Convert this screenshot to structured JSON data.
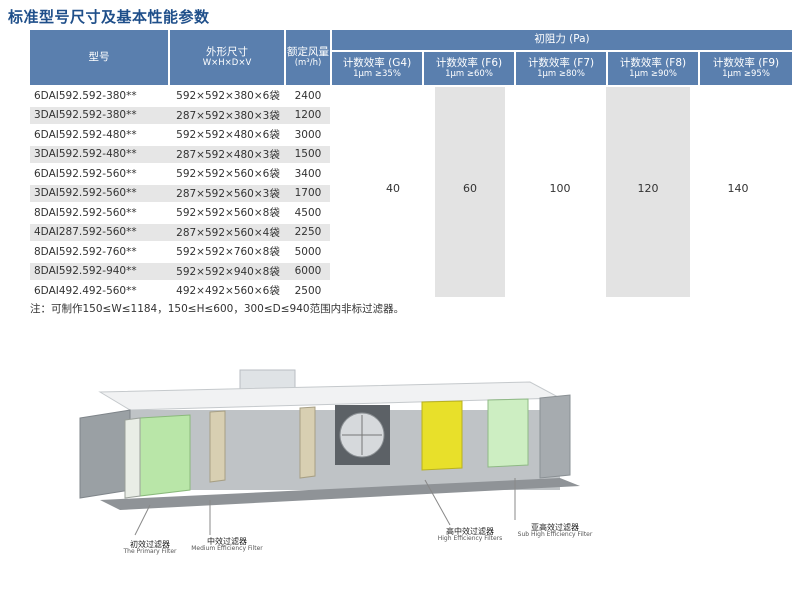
{
  "title": "标准型号尺寸及基本性能参数",
  "headers": {
    "model": "型号",
    "dim_l1": "外形尺寸",
    "dim_l2": "W×H×D×V",
    "flow_l1": "额定风量",
    "flow_l2": "(m³/h)",
    "resistance": "初阻力 (Pa)"
  },
  "efficiency_cols": [
    {
      "l1": "计数效率 (G4)",
      "l2": "1μm ≥35%",
      "value": "40"
    },
    {
      "l1": "计数效率 (F6)",
      "l2": "1μm ≥60%",
      "value": "60"
    },
    {
      "l1": "计数效率 (F7)",
      "l2": "1μm ≥80%",
      "value": "100"
    },
    {
      "l1": "计数效率 (F8)",
      "l2": "1μm ≥90%",
      "value": "120"
    },
    {
      "l1": "计数效率 (F9)",
      "l2": "1μm ≥95%",
      "value": "140"
    }
  ],
  "rows": [
    {
      "model": "6DAI592.592-380**",
      "dim": "592×592×380×6袋",
      "flow": "2400"
    },
    {
      "model": "3DAI592.592-380**",
      "dim": "287×592×380×3袋",
      "flow": "1200"
    },
    {
      "model": "6DAI592.592-480**",
      "dim": "592×592×480×6袋",
      "flow": "3000"
    },
    {
      "model": "3DAI592.592-480**",
      "dim": "287×592×480×3袋",
      "flow": "1500"
    },
    {
      "model": "6DAI592.592-560**",
      "dim": "592×592×560×6袋",
      "flow": "3400"
    },
    {
      "model": "3DAI592.592-560**",
      "dim": "287×592×560×3袋",
      "flow": "1700"
    },
    {
      "model": "8DAI592.592-560**",
      "dim": "592×592×560×8袋",
      "flow": "4500"
    },
    {
      "model": "4DAI287.592-560**",
      "dim": "287×592×560×4袋",
      "flow": "2250"
    },
    {
      "model": "8DAI592.592-760**",
      "dim": "592×592×760×8袋",
      "flow": "5000"
    },
    {
      "model": "8DAI592.592-940**",
      "dim": "592×592×940×8袋",
      "flow": "6000"
    },
    {
      "model": "6DAI492.492-560**",
      "dim": "492×492×560×6袋",
      "flow": "2500"
    }
  ],
  "note": "注：可制作150≤W≤1184，150≤H≤600，300≤D≤940范围内非标过滤器。",
  "diagram_labels": [
    {
      "zh": "初效过滤器",
      "en": "The Primary Filter"
    },
    {
      "zh": "中效过滤器",
      "en": "Medium Efficiency Filter"
    },
    {
      "zh": "高中效过滤器",
      "en": "High Efficiency Filters"
    },
    {
      "zh": "亚高效过滤器",
      "en": "Sub High Efficiency Filter"
    }
  ],
  "colors": {
    "header_bg": "#5a7fae",
    "title": "#1f4f8a",
    "green_filter": "#b9e6a8",
    "yellow_filter": "#e8e02a"
  }
}
